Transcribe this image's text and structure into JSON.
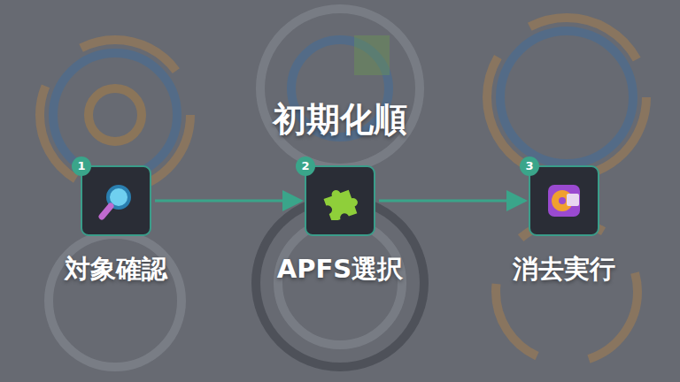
{
  "diagram": {
    "title": "初期化順",
    "nodes": [
      {
        "text": [
          "対象確認"
        ]
      },
      {
        "text": [
          "1"
        ],
        "in": 0
      },
      {
        "text": [
          "APFS選択"
        ]
      },
      {
        "text": [
          "2"
        ],
        "in": 2
      },
      {
        "text": [
          "消去実行"
        ]
      },
      {
        "text": [
          "3"
        ],
        "in": 4
      }
    ],
    "edges": [
      {
        "from": 0,
        "to": 2,
        "arrow": "to"
      },
      {
        "from": 2,
        "to": 4,
        "arrow": "to"
      }
    ]
  }
}
